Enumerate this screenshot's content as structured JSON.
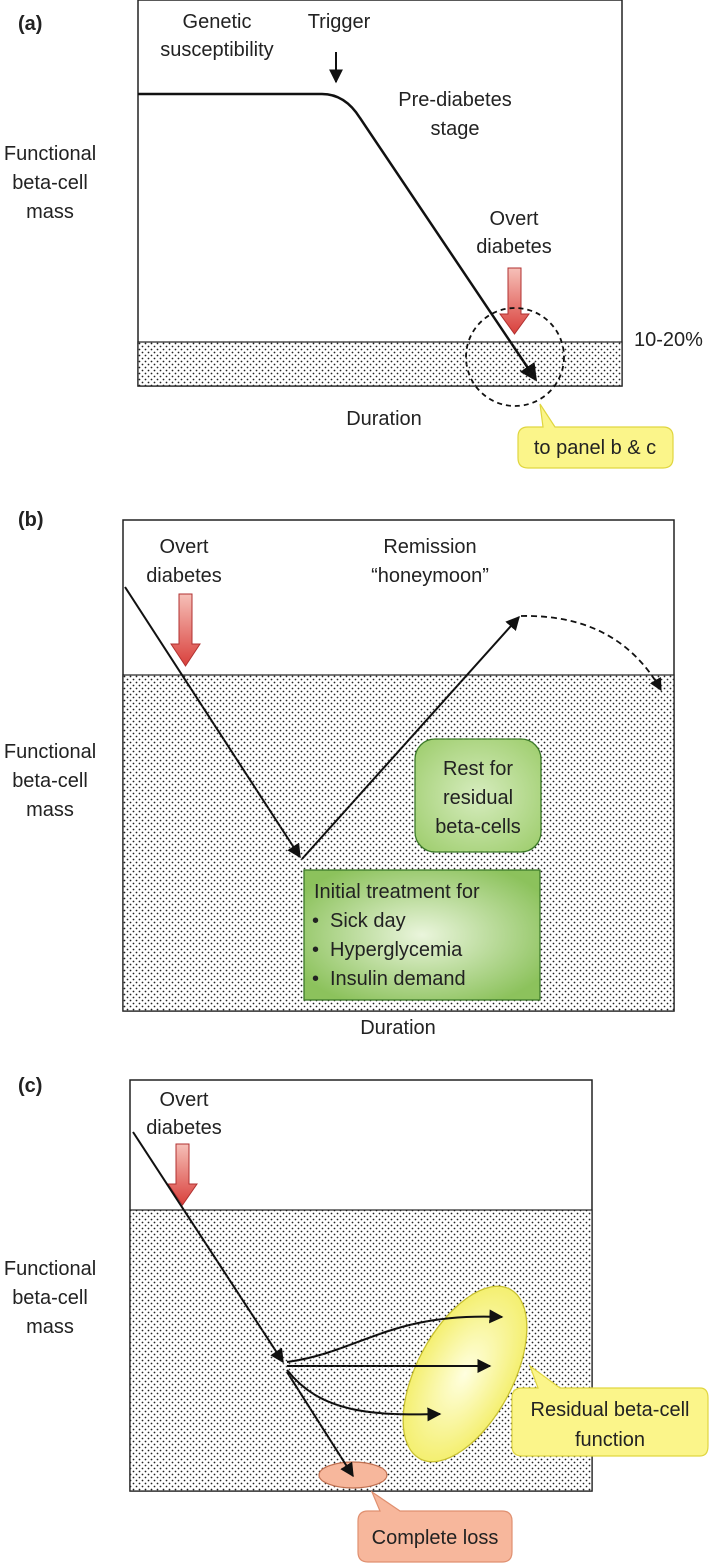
{
  "panel_a": {
    "tag": "(a)",
    "y_label": [
      "Functional",
      "beta-cell",
      "mass"
    ],
    "x_label": "Duration",
    "genetic": [
      "Genetic",
      "susceptibility"
    ],
    "trigger": "Trigger",
    "prediabetes": [
      "Pre-diabetes",
      "stage"
    ],
    "overt": [
      "Overt",
      "diabetes"
    ],
    "threshold": "10-20%",
    "callout": "to panel b & c"
  },
  "panel_b": {
    "tag": "(b)",
    "y_label": [
      "Functional",
      "beta-cell",
      "mass"
    ],
    "x_label": "Duration",
    "overt": [
      "Overt",
      "diabetes"
    ],
    "remission": [
      "Remission",
      "“honeymoon”"
    ],
    "rest": [
      "Rest for",
      "residual",
      "beta-cells"
    ],
    "treatment_title": "Initial treatment for",
    "treatment_items": [
      "Sick day",
      "Hyperglycemia",
      "Insulin demand"
    ]
  },
  "panel_c": {
    "tag": "(c)",
    "y_label": [
      "Functional",
      "beta-cell",
      "mass"
    ],
    "overt": [
      "Overt",
      "diabetes"
    ],
    "residual": [
      "Residual beta-cell",
      "function"
    ],
    "loss": "Complete loss"
  },
  "colors": {
    "arrow_red": "#e06060",
    "green_box": "#9ccc6a",
    "yellow": "#f5f07a",
    "callout_yellow": "#fbf58a",
    "salmon": "#f7b79c"
  }
}
